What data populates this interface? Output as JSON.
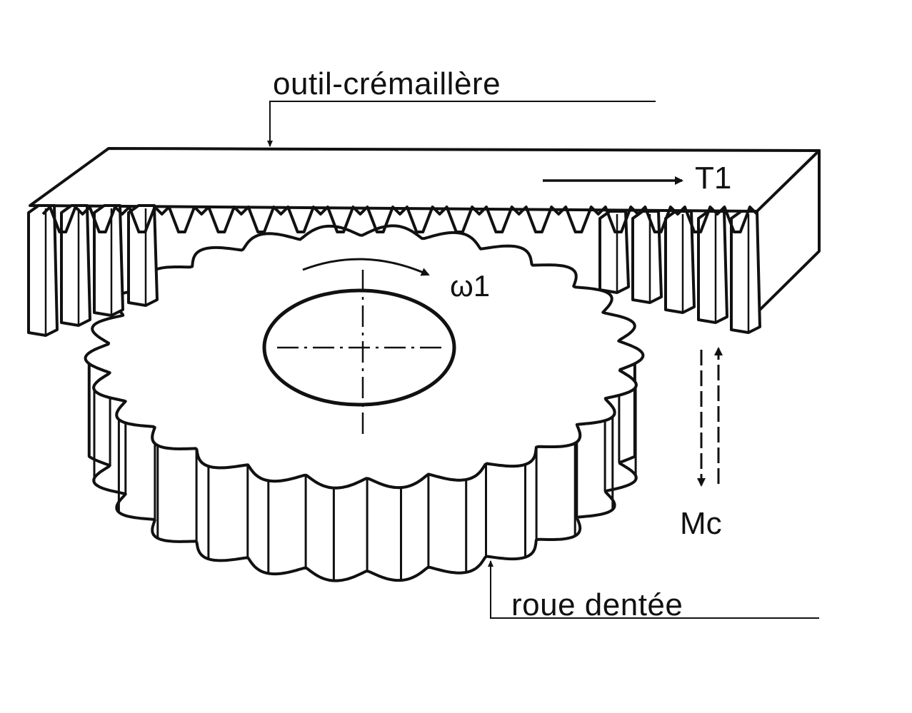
{
  "labels": {
    "rack_tool": "outil-crémaillère",
    "feed": "T1",
    "rotation": "ω1",
    "cutting_motion": "Mc",
    "gear_wheel": "roue dentée"
  },
  "colors": {
    "ink": "#111111",
    "paper": "#ffffff"
  },
  "gear": {
    "teeth_count": 26
  },
  "rack": {
    "teeth_count": 18
  }
}
